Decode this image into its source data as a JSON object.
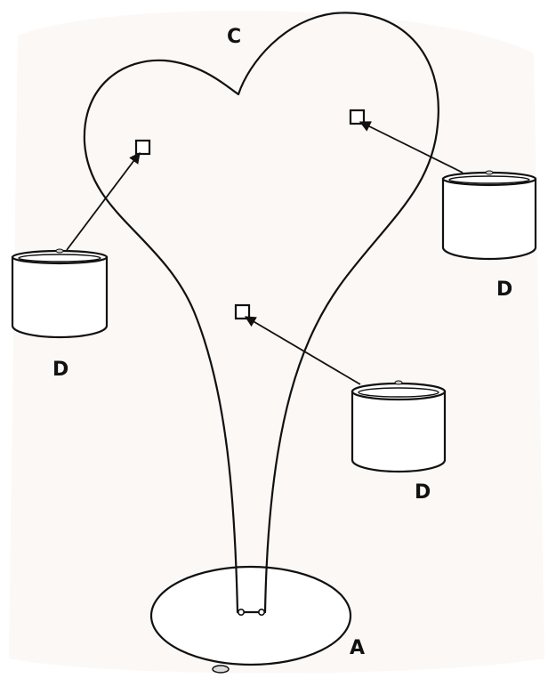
{
  "labels": {
    "heart_frame": "C",
    "base": "A",
    "candle_holder_left": "D",
    "candle_holder_right_top": "D",
    "candle_holder_right_bottom": "D"
  },
  "parts": {
    "heart_frame_icon": "heart-frame-icon",
    "base_icon": "round-base-icon",
    "candle_holder_icon": "cylinder-cup-icon",
    "mount_point_icon": "square-hook-icon",
    "arrow_icon": "arrow-icon"
  },
  "colors": {
    "line": "#111111",
    "background": "#ffffff"
  }
}
